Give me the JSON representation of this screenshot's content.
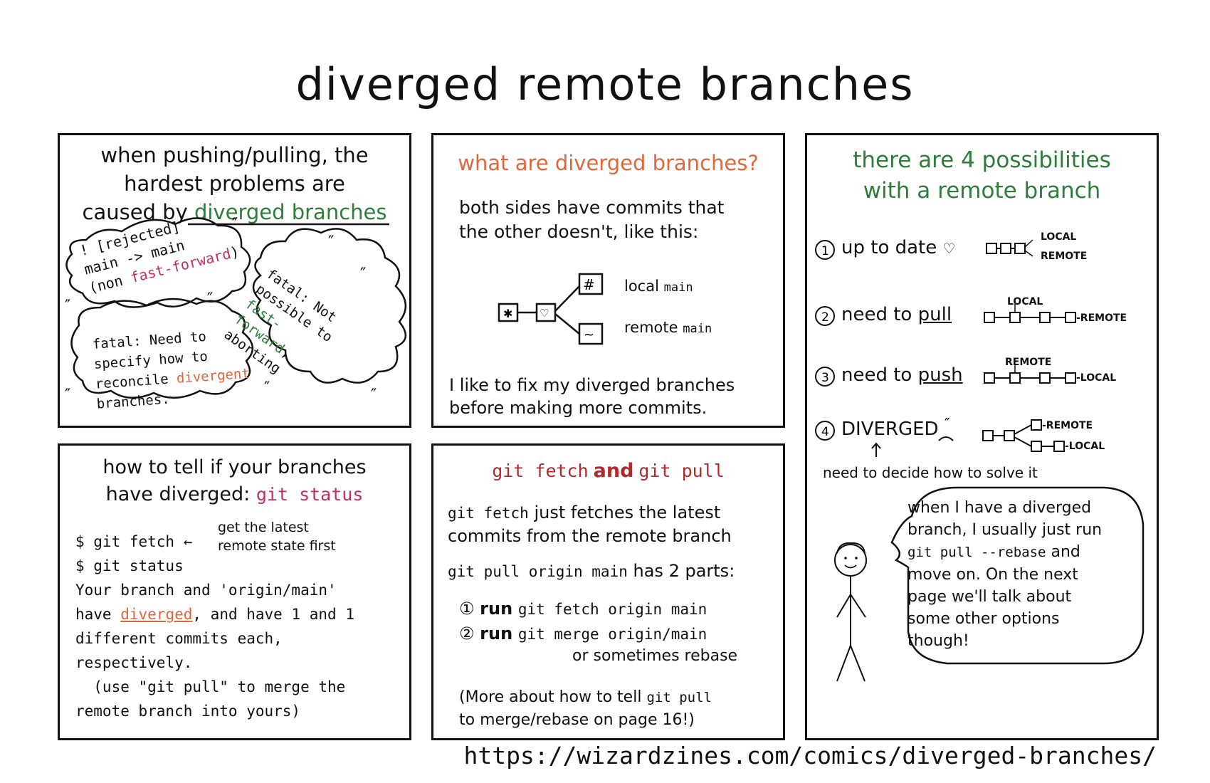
{
  "title": "diverged remote branches",
  "url": "https://wizardzines.com/comics/diverged-branches/",
  "panel1": {
    "heading_line1": "when pushing/pulling, the",
    "heading_line2": "hardest problems are",
    "heading_line3": "caused by",
    "heading_link": "diverged branches",
    "bubble1": {
      "line1": "! [rejected]",
      "line2": "main -> main",
      "line3_prefix": "(non ",
      "line3_em": "fast-forward",
      "line3_suffix": ")"
    },
    "bubble2": {
      "line1": "fatal: Not",
      "line2": "possible to",
      "line2_em": "fast-",
      "line3_em": "forward",
      "line3": ", aborting"
    },
    "bubble3": {
      "line1": "fatal: Need to",
      "line2": "specify how to",
      "line3": "reconcile",
      "line3_em": "divergent",
      "line4": "branches."
    }
  },
  "panel2": {
    "heading": "what are diverged branches?",
    "line1": "both sides have commits that",
    "line2": "the other doesn't, like this:",
    "label_local": "local",
    "label_local_mono": "main",
    "label_remote": "remote",
    "label_remote_mono": "main",
    "footer1": "I like to fix my diverged branches",
    "footer2": "before making more commits."
  },
  "panel3": {
    "heading1": "there are 4 possibilities",
    "heading2": "with a remote branch",
    "item1": "up to date",
    "item1_local": "LOCAL",
    "item1_remote": "REMOTE",
    "item2_prefix": "need to",
    "item2_em": "pull",
    "item2_local": "LOCAL",
    "item2_remote": "-REMOTE",
    "item3_prefix": "need to",
    "item3_em": "push",
    "item3_remote": "REMOTE",
    "item3_local": "-LOCAL",
    "item4": "DIVERGED",
    "item4_remote": "-REMOTE",
    "item4_local": "-LOCAL",
    "item4_note": "need to decide how to solve it",
    "speech1": "when I have a diverged",
    "speech2": "branch, I usually just run",
    "speech3_mono": "git pull --rebase",
    "speech3": "and",
    "speech4": "move on. On the next",
    "speech5": "page we'll talk about",
    "speech6": "some other options",
    "speech7": "though!"
  },
  "panel4": {
    "heading1": "how to tell if your branches",
    "heading2": "have diverged:",
    "heading2_mono": "git status",
    "cmd1": "$ git fetch",
    "note1": "get the latest",
    "note2": "remote state first",
    "cmd2": "$ git status",
    "out1": "Your branch and 'origin/main'",
    "out2_prefix": "have",
    "out2_em": "diverged",
    "out2_suffix": ", and have 1 and 1",
    "out3": "different commits each,",
    "out4": "respectively.",
    "out5": "  (use \"git pull\" to merge the",
    "out6": "remote branch into yours)"
  },
  "panel5": {
    "heading_mono1": "git fetch",
    "heading_and": "and",
    "heading_mono2": "git pull",
    "line1_mono": "git fetch",
    "line1": "just fetches the latest",
    "line2": "commits from the remote branch",
    "line3_mono": "git pull origin main",
    "line3": "has 2 parts:",
    "step1_run": "run",
    "step1_mono": "git fetch origin main",
    "step2_run": "run",
    "step2_mono": "git merge origin/main",
    "step2_note": "or sometimes rebase",
    "footer1": "(More about how to tell",
    "footer1_mono": "git pull",
    "footer2": "to merge/rebase on page 16!)"
  }
}
